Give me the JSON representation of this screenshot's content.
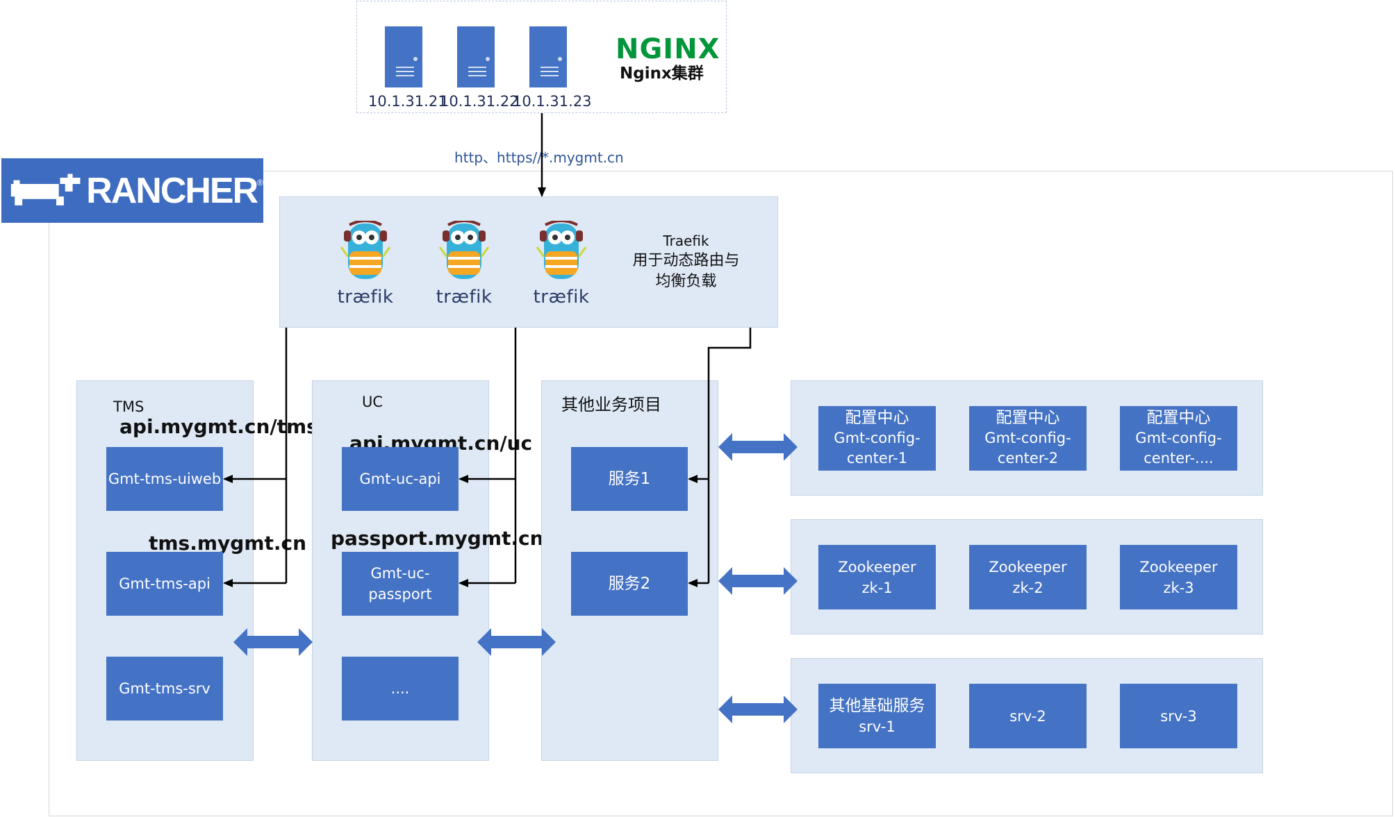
{
  "nginx": {
    "logo_text": "NGINX",
    "cluster_label": "Nginx集群",
    "servers": [
      {
        "ip": "10.1.31.21"
      },
      {
        "ip": "10.1.31.22"
      },
      {
        "ip": "10.1.31.23"
      }
    ]
  },
  "edge_label": "http、https//*.mygmt.cn",
  "rancher": {
    "logo_text": "RANCHER"
  },
  "traefik": {
    "instances": [
      "træfik",
      "træfik",
      "træfik"
    ],
    "title": "Traefik",
    "desc_line1": "用于动态路由与",
    "desc_line2": "均衡负载"
  },
  "tms": {
    "title": "TMS",
    "route_api": "api.mygmt.cn/tms",
    "route_web": "tms.mygmt.cn",
    "services": [
      "Gmt-tms-uiweb",
      "Gmt-tms-api",
      "Gmt-tms-srv"
    ]
  },
  "uc": {
    "title": "UC",
    "route_api": "api.mygmt.cn/uc",
    "route_passport": "passport.mygmt.cn",
    "services": [
      "Gmt-uc-api",
      "Gmt-uc-passport",
      "...."
    ]
  },
  "other": {
    "title": "其他业务项目",
    "services": [
      "服务1",
      "服务2"
    ]
  },
  "config_center": {
    "nodes": [
      {
        "line1": "配置中心",
        "line2": "Gmt-config-",
        "line3": "center-1"
      },
      {
        "line1": "配置中心",
        "line2": "Gmt-config-",
        "line3": "center-2"
      },
      {
        "line1": "配置中心",
        "line2": "Gmt-config-",
        "line3": "center-...."
      }
    ]
  },
  "zookeeper": {
    "nodes": [
      {
        "line1": "Zookeeper",
        "line2": "zk-1"
      },
      {
        "line1": "Zookeeper",
        "line2": "zk-2"
      },
      {
        "line1": "Zookeeper",
        "line2": "zk-3"
      }
    ]
  },
  "base_services": {
    "nodes": [
      {
        "line1": "其他基础服务",
        "line2": "srv-1"
      },
      {
        "line1": "srv-2",
        "line2": ""
      },
      {
        "line1": "srv-3",
        "line2": ""
      }
    ]
  },
  "colors": {
    "panel_fill": "#dfe9f5",
    "service_fill": "#4472c4",
    "nginx_green": "#009639",
    "rancher_blue": "#3d6cc0"
  }
}
